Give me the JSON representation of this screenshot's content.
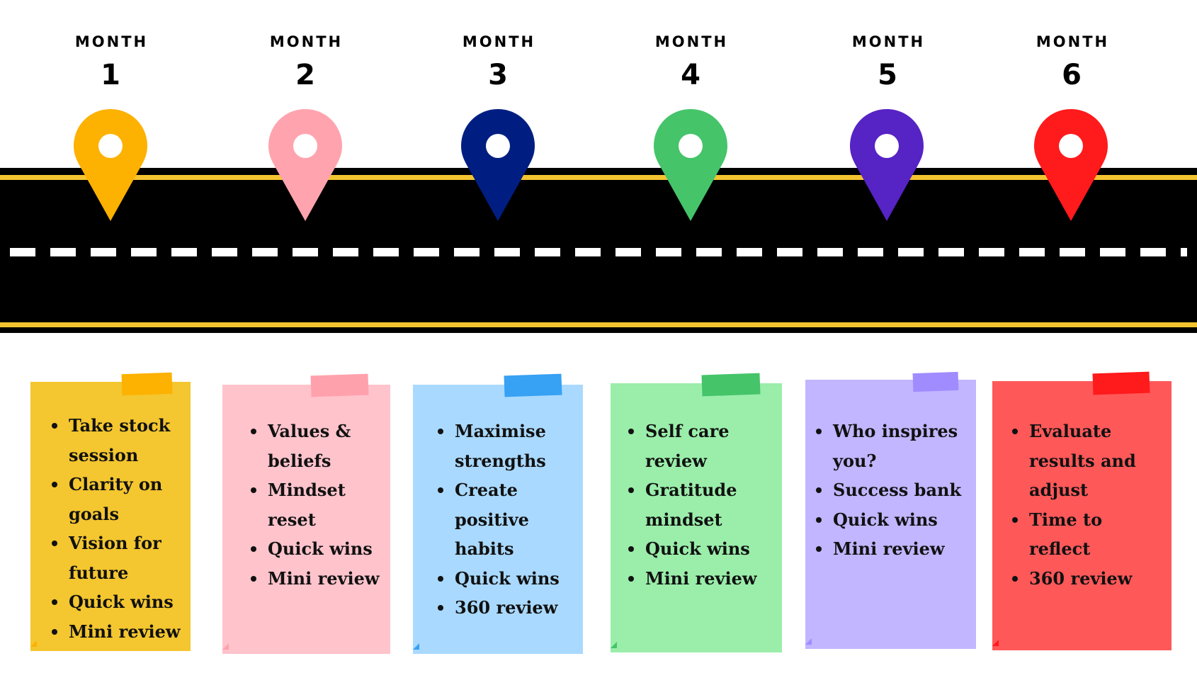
{
  "roadmap": {
    "road_colors": {
      "asphalt": "#000000",
      "edge_line": "#f4c430",
      "center_dash": "#ffffff"
    },
    "months": [
      {
        "label": "MONTH",
        "number": "1",
        "icon": "map-pin-icon",
        "pin_color": "#fdb100",
        "card_color": "#f4c62f",
        "tape_color": "#fdb100",
        "items": [
          "Take stock session",
          "Clarity on goals",
          "Vision for future",
          "Quick wins",
          "Mini review"
        ]
      },
      {
        "label": "MONTH",
        "number": "2",
        "icon": "map-pin-icon",
        "pin_color": "#ffa4ae",
        "card_color": "#ffc3cc",
        "tape_color": "#ffa1ac",
        "items": [
          "Values & beliefs",
          "Mindset reset",
          "Quick wins",
          "Mini review"
        ]
      },
      {
        "label": "MONTH",
        "number": "3",
        "icon": "map-pin-icon",
        "pin_color": "#001e82",
        "card_color": "#a9d9ff",
        "tape_color": "#37a1f3",
        "items": [
          "Maximise strengths",
          "Create positive habits",
          "Quick wins",
          "360 review"
        ]
      },
      {
        "label": "MONTH",
        "number": "4",
        "icon": "map-pin-icon",
        "pin_color": "#45c46a",
        "card_color": "#9aeeaa",
        "tape_color": "#45c46a",
        "items": [
          "Self care review",
          "Gratitude mindset",
          "Quick wins",
          "Mini review"
        ]
      },
      {
        "label": "MONTH",
        "number": "5",
        "icon": "map-pin-icon",
        "pin_color": "#5623c4",
        "card_color": "#c1b6ff",
        "tape_color": "#a08cff",
        "items": [
          "Who inspires you?",
          "Success bank",
          "Quick wins",
          "Mini review"
        ]
      },
      {
        "label": "MONTH",
        "number": "6",
        "icon": "map-pin-icon",
        "pin_color": "#ff1a1c",
        "card_color": "#ff5859",
        "tape_color": "#ff1a1c",
        "items": [
          "Evaluate results and adjust",
          "Time to reflect",
          "360 review"
        ]
      }
    ]
  }
}
